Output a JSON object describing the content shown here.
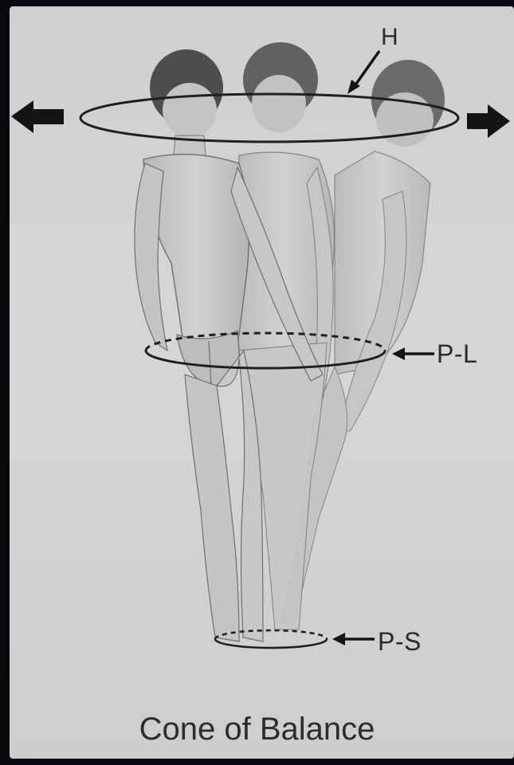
{
  "labels": {
    "head": "H",
    "pelvis_lumbar": "P-L",
    "pelvis_sacral": "P-S"
  },
  "caption": "Cone of Balance",
  "colors": {
    "background_frame": "#07080e",
    "plate": "#d3d3d3",
    "ink": "#222222",
    "figure_fill": "#c9c9c9",
    "figure_shade": "#a9a9a9",
    "hair": "#4a4a4a"
  },
  "icons": [
    "arrow-left-icon",
    "arrow-right-icon",
    "pointer-arrow-icon"
  ]
}
